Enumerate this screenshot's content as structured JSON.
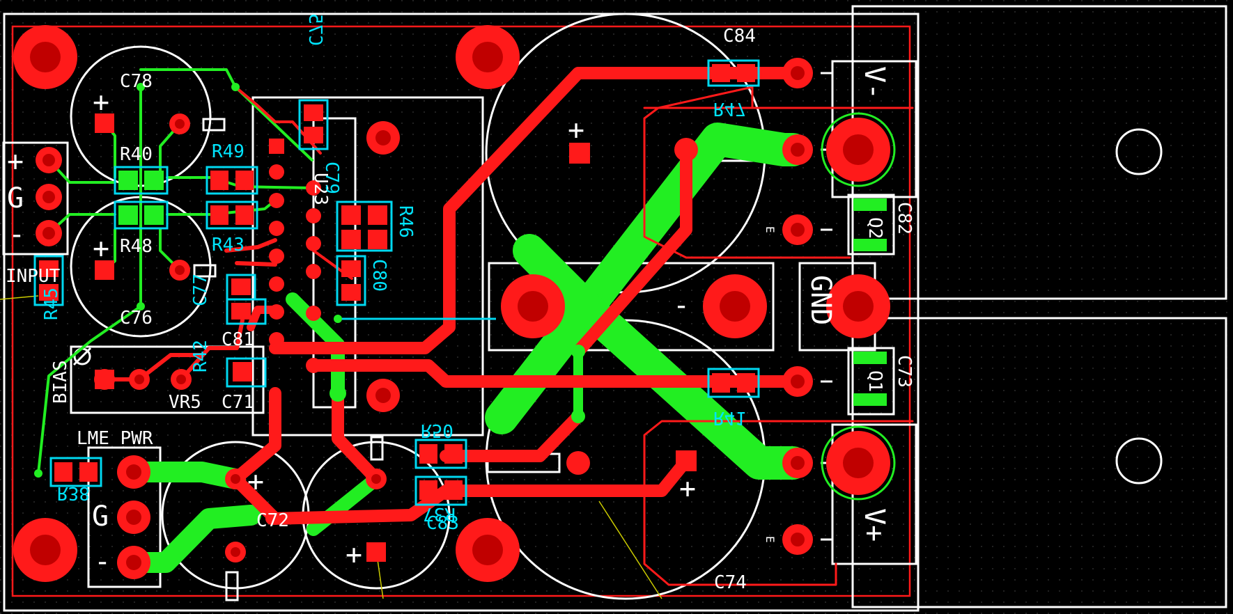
{
  "colors": {
    "background": "#000000",
    "top_copper": "#ff1a1a",
    "bottom_copper": "#22ee22",
    "silkscreen": "#ffffff",
    "smd_outline": "#00d8f0",
    "ratsnest": "#ffee00"
  },
  "labels": {
    "c84": "C84",
    "c78": "C78",
    "c75": "C75",
    "r47_top": "R47",
    "r40": "R40",
    "r49": "R49",
    "u23": "U23",
    "c79": "C79",
    "r46_side": "R46",
    "r48": "R48",
    "r43": "R43",
    "r46": "R46",
    "c80": "C80",
    "c82": "C82",
    "input": "INPUT",
    "r45": "R45",
    "c76": "C76",
    "c77": "C77",
    "r42": "R42",
    "c81": "C81",
    "gnd": "GND",
    "bias": "BIAS",
    "vr5": "VR5",
    "c71": "C71",
    "r41": "R41",
    "c73": "C73",
    "r50": "R50",
    "lme_pwr": "LME PWR",
    "r38": "R38",
    "c72": "C72",
    "c83": "C83",
    "r37": "R37",
    "c74": "C74",
    "q1": "Q1",
    "q2": "Q2",
    "plus": "+",
    "minus": "-",
    "g": "G",
    "v_minus": "V-",
    "v_plus": "V+",
    "e": "E"
  }
}
